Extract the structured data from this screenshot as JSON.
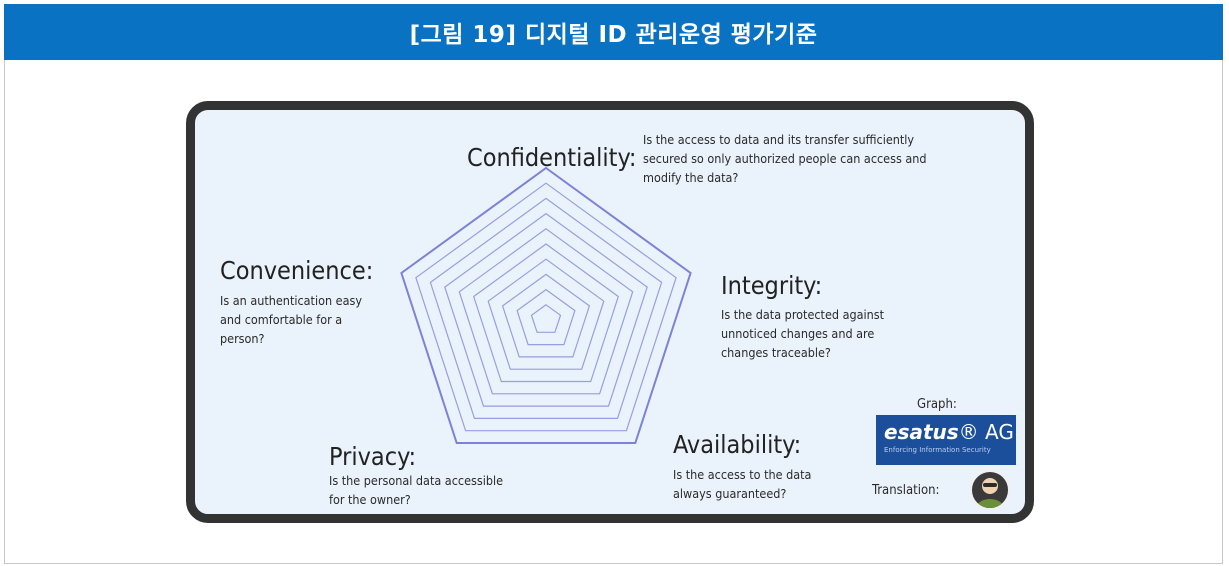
{
  "header": {
    "title": "[그림 19] 디지털 ID 관리운영 평가기준"
  },
  "diagram": {
    "confidentiality": {
      "heading": "Confidentiality:",
      "lines": [
        "Is the access to data and its transfer sufficiently",
        "secured so only authorized people can access and",
        "modify the data?"
      ]
    },
    "integrity": {
      "heading": "Integrity:",
      "lines": [
        "Is the data protected against",
        "unnoticed changes and are",
        "changes traceable?"
      ]
    },
    "availability": {
      "heading": "Availability:",
      "lines": [
        "Is the access to the data",
        "always guaranteed?"
      ]
    },
    "privacy": {
      "heading": "Privacy:",
      "lines": [
        "Is the personal data accessible",
        "for the owner?"
      ]
    },
    "convenience": {
      "heading": "Convenience:",
      "lines": [
        "Is an authentication easy",
        "and comfortable for a",
        "person?"
      ]
    },
    "credits": {
      "graph_label": "Graph:",
      "translation_label": "Translation:",
      "logo_name": "esatus",
      "logo_suffix": "AG",
      "logo_tagline": "Enforcing Information Security"
    },
    "colors": {
      "radar_line": "#7c82d8",
      "logo_bg": "#1b4f9c",
      "header_bg": "#0a72c2"
    }
  }
}
